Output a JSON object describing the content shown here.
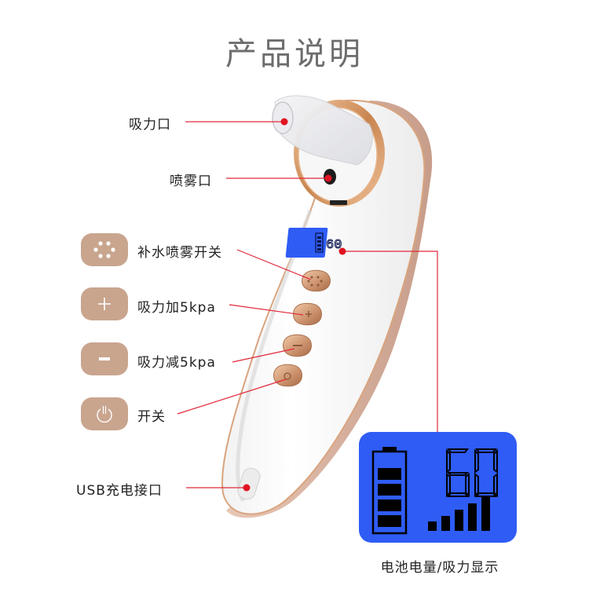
{
  "header": {
    "title": "产品说明"
  },
  "callouts": {
    "suction_port": "吸力口",
    "spray_port": "喷雾口",
    "spray_switch": "补水喷雾开关",
    "suction_plus": "吸力加5kpa",
    "suction_minus": "吸力减5kpa",
    "power": "开关",
    "usb_port": "USB充电接口"
  },
  "button_icons": [
    {
      "name": "spray-dots-icon",
      "glyph": "six-dots"
    },
    {
      "name": "plus-icon",
      "glyph": "+"
    },
    {
      "name": "minus-icon",
      "glyph": "−"
    },
    {
      "name": "power-icon",
      "glyph": "⏻"
    }
  ],
  "lcd_display": {
    "value": "60",
    "battery_bars": 4,
    "suction_bars": 5,
    "caption": "电池电量/吸力显示"
  },
  "colors": {
    "accent_button": "#c9a58e",
    "leader_line": "#e2273a",
    "lcd_blue": "#2f5cf5",
    "rose_gold": "#d9a47e",
    "title_gray": "#6d6d6d"
  }
}
